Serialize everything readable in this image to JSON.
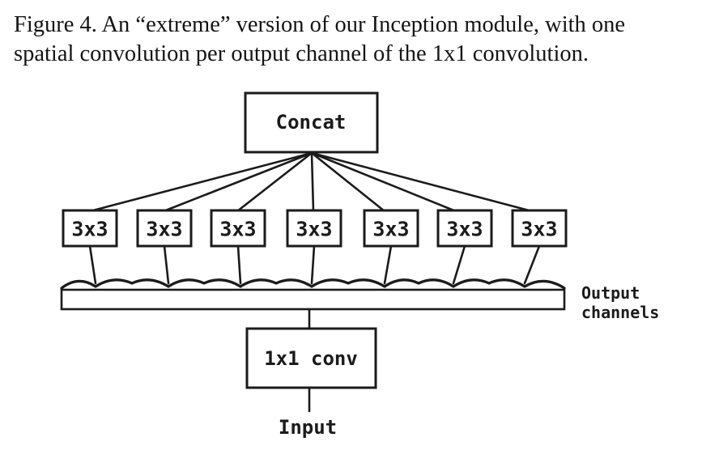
{
  "caption": {
    "line1": "Figure 4. An “extreme” version of our Inception module, with one",
    "line2": "spatial convolution per output channel of the 1x1 convolution."
  },
  "diagram": {
    "concat_label": "Concat",
    "branches": [
      "3x3",
      "3x3",
      "3x3",
      "3x3",
      "3x3",
      "3x3",
      "3x3"
    ],
    "output_channels_label": {
      "line1": "Output",
      "line2": "channels"
    },
    "conv1x1_label": "1x1 conv",
    "input_label": "Input",
    "ink_color": "#1b1b1b",
    "background_color": "#ffffff"
  }
}
